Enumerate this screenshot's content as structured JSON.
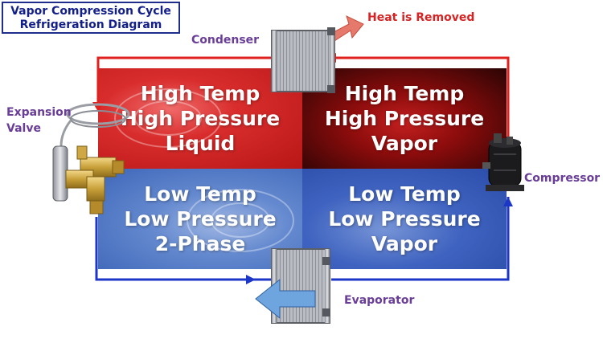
{
  "title": {
    "line1": "Vapor Compression Cycle",
    "line2": "Refrigeration Diagram"
  },
  "quadrants": {
    "top_left": {
      "line1": "High Temp",
      "line2": "High Pressure",
      "line3": "Liquid"
    },
    "top_right": {
      "line1": "High Temp",
      "line2": "High Pressure",
      "line3": "Vapor"
    },
    "bottom_left": {
      "line1": "Low Temp",
      "line2": "Low Pressure",
      "line3": "2-Phase"
    },
    "bottom_right": {
      "line1": "Low Temp",
      "line2": "Low Pressure",
      "line3": "Vapor"
    }
  },
  "components": {
    "condenser": "Condenser",
    "expansion_valve_line1": "Expansion",
    "expansion_valve_line2": "Valve",
    "compressor": "Compressor",
    "evaporator": "Evaporator"
  },
  "annotations": {
    "heat_removed": "Heat is Removed"
  },
  "colors": {
    "hot_line": "#e0201c",
    "cold_line": "#1c36c8",
    "title_text": "#14208a",
    "label_purple": "#6a3d98",
    "label_red": "#d62424"
  }
}
